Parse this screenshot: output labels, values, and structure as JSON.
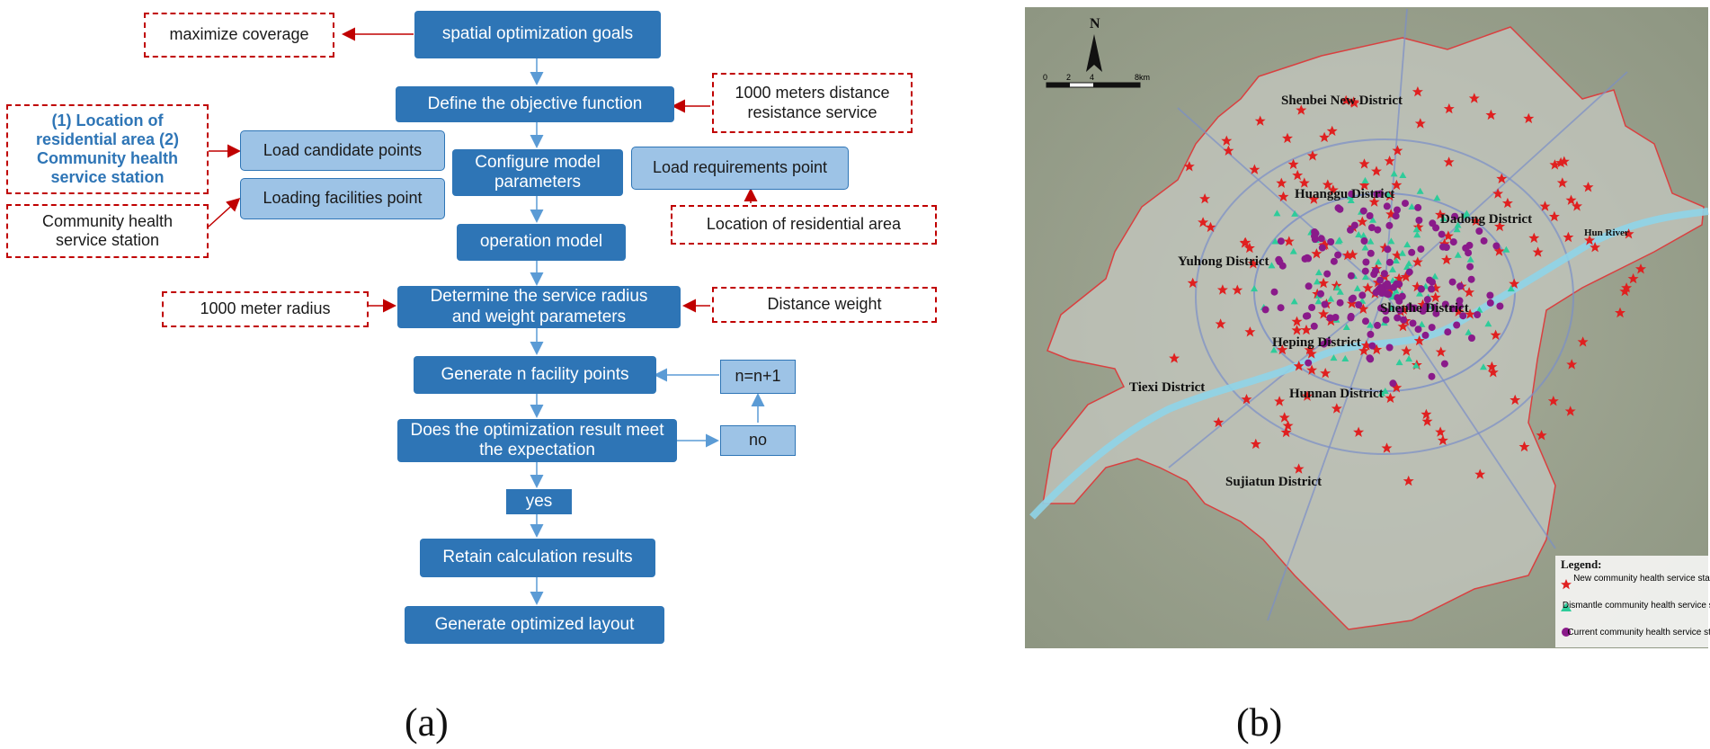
{
  "flowchart": {
    "main": {
      "goals": "spatial optimization goals",
      "objective": "Define the objective function",
      "configure": "Configure model parameters",
      "operation": "operation model",
      "radius": "Determine the service radius and weight parameters",
      "generate": "Generate n facility points",
      "check": "Does the optimization result meet the expectation",
      "yes": "yes",
      "retain": "Retain calculation results",
      "layout": "Generate optimized layout"
    },
    "side": {
      "load_candidate": "Load candidate points",
      "load_facilities": "Loading facilities point",
      "load_requirements": "Load requirements point",
      "increment": "n=n+1",
      "no": "no"
    },
    "annotations": {
      "maximize": "maximize coverage",
      "distance_service": "1000 meters distance resistance service",
      "candidate_sources": "(1) Location of residential area (2) Community health service station",
      "community_station": "Community health service station",
      "residential": "Location of residential area",
      "meter_radius": "1000 meter radius",
      "distance_weight": "Distance weight"
    }
  },
  "map": {
    "north": "N",
    "scale_ticks": [
      "0",
      "2",
      "4",
      "8km"
    ],
    "districts": [
      "Shenbei New District",
      "Huanggu District",
      "Dadong District",
      "Yuhong District",
      "Shenhe District",
      "Heping District",
      "Tiexi District",
      "Hunnan District",
      "Sujiatun District"
    ],
    "river": "Hun River",
    "legend": {
      "title": "Legend:",
      "items": [
        {
          "label": "New community health service station",
          "color": "#e02020"
        },
        {
          "label": "Dismantle community health service station",
          "color": "#2ecc9a"
        },
        {
          "label": "Current community health service station",
          "color": "#8a1a8a"
        }
      ]
    }
  },
  "captions": {
    "a": "(a)",
    "b": "(b)"
  }
}
